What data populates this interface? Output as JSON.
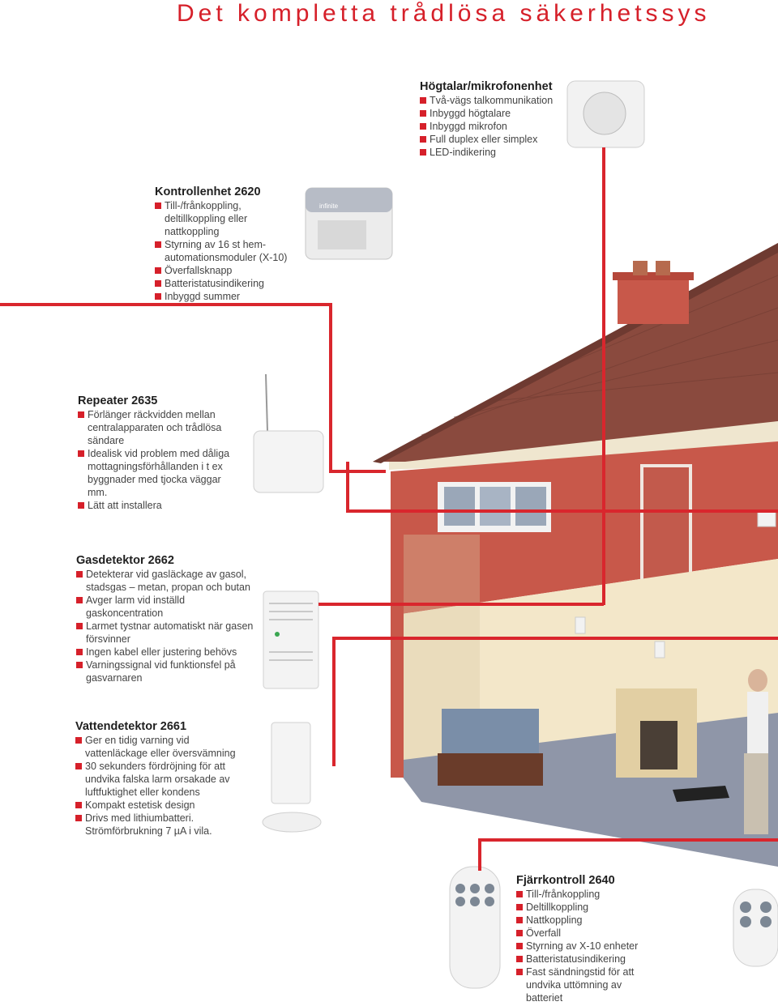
{
  "title": "Det kompletta trådlösa säkerhetssys",
  "sections": {
    "speaker": {
      "heading": "Högtalar/mikrofonenhet",
      "items": [
        "Två-vägs talkommunikation",
        "Inbyggd högtalare",
        "Inbyggd mikrofon",
        "Full duplex eller simplex",
        "LED-indikering"
      ]
    },
    "control": {
      "heading": "Kontrollenhet 2620",
      "items": [
        "Till-/frånkoppling, deltillkoppling eller nattkoppling",
        "Styrning av 16 st hem-automationsmoduler (X-10)",
        "Överfallsknapp",
        "Batteristatusindikering",
        "Inbyggd summer"
      ]
    },
    "repeater": {
      "heading": "Repeater 2635",
      "items": [
        "Förlänger räckvidden mellan centralapparaten och trådlösa sändare",
        "Idealisk vid problem med dåliga mottagningsförhållanden i t ex byggnader med tjocka väggar mm.",
        "Lätt att installera"
      ]
    },
    "gas": {
      "heading": "Gasdetektor  2662",
      "items": [
        "Detekterar vid gasläckage av gasol, stadsgas – metan, propan och butan",
        "Avger larm vid inställd gaskoncentration",
        "Larmet tystnar automatiskt när gasen försvinner",
        "Ingen kabel eller justering behövs",
        "Varningssignal vid funktionsfel på gasvarnaren"
      ]
    },
    "water": {
      "heading": "Vattendetektor 2661",
      "items": [
        "Ger en tidig varning vid vattenläckage eller översvämning",
        "30 sekunders fördröjning för att undvika falska larm orsakade av luftfuktighet eller kondens",
        "Kompakt estetisk design",
        "Drivs med lithiumbatteri. Strömförbrukning 7 µA i vila."
      ]
    },
    "remote": {
      "heading": "Fjärrkontroll 2640",
      "items": [
        "Till-/frånkoppling",
        "Deltillkoppling",
        "Nattkoppling",
        "Överfall",
        "Styrning av X-10 enheter",
        "Batteristatusindikering",
        "Fast sändningstid för att undvika uttömning av batteriet"
      ]
    }
  },
  "brand_text": "infinite",
  "colors": {
    "accent": "#d6202a",
    "brick": "#c8584a",
    "roof": "#8a4a3e",
    "floor": "#8f96a8"
  }
}
